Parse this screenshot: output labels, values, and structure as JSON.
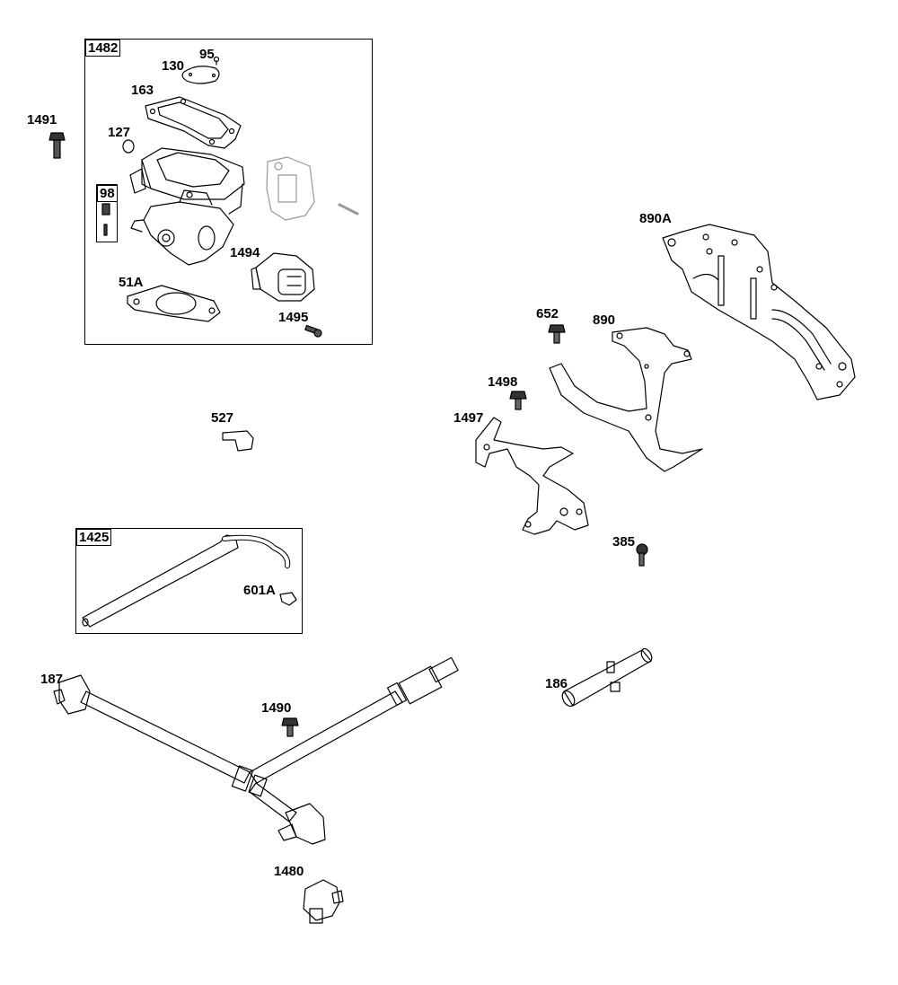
{
  "diagram": {
    "group_boxes": [
      {
        "label": "1482"
      },
      {
        "label": "98"
      },
      {
        "label": "1425"
      }
    ],
    "callouts": [
      {
        "label": "95"
      },
      {
        "label": "130"
      },
      {
        "label": "163"
      },
      {
        "label": "127"
      },
      {
        "label": "1491"
      },
      {
        "label": "1494"
      },
      {
        "label": "51A"
      },
      {
        "label": "1495"
      },
      {
        "label": "890A"
      },
      {
        "label": "652"
      },
      {
        "label": "890"
      },
      {
        "label": "1498"
      },
      {
        "label": "1497"
      },
      {
        "label": "527"
      },
      {
        "label": "385"
      },
      {
        "label": "601A"
      },
      {
        "label": "186"
      },
      {
        "label": "187"
      },
      {
        "label": "1490"
      },
      {
        "label": "1480"
      }
    ]
  }
}
